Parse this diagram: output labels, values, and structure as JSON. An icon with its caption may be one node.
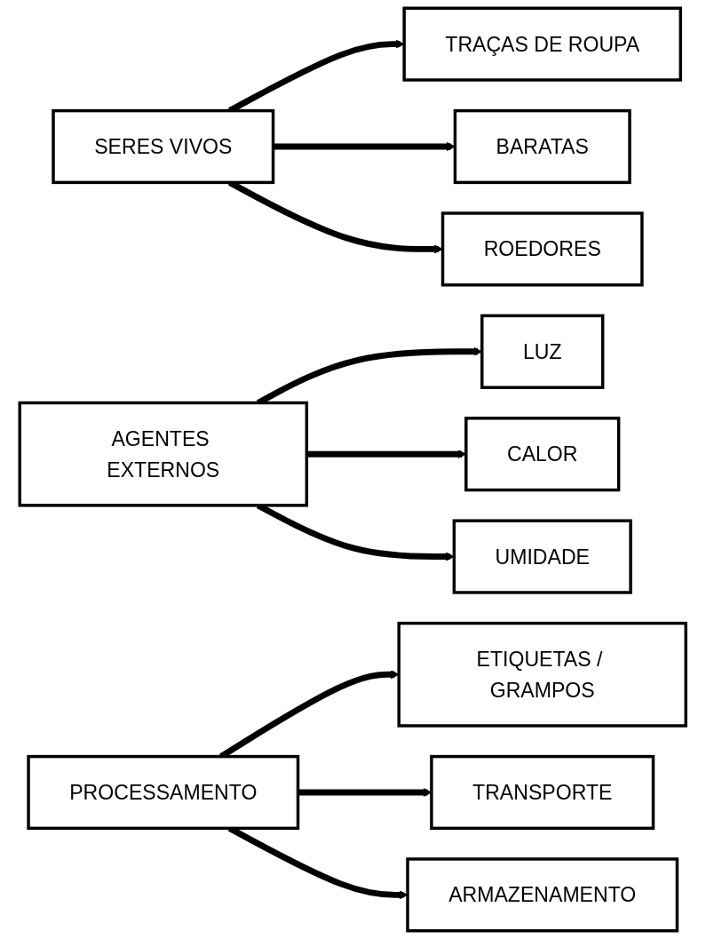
{
  "diagram": {
    "nodes": [
      {
        "text": [
          "SERES VIVOS"
        ]
      },
      {
        "text": [
          "TRAÇAS DE ROUPA"
        ]
      },
      {
        "text": [
          "BARATAS"
        ]
      },
      {
        "text": [
          "ROEDORES"
        ]
      },
      {
        "text": [
          "AGENTES EXTERNOS"
        ]
      },
      {
        "text": [
          "LUZ"
        ]
      },
      {
        "text": [
          "CALOR"
        ]
      },
      {
        "text": [
          "UMIDADE"
        ]
      },
      {
        "text": [
          "PROCESSAMENTO"
        ]
      },
      {
        "text": [
          "ETIQUETAS / GRAMPOS"
        ]
      },
      {
        "text": [
          "TRANSPORTE"
        ]
      },
      {
        "text": [
          "ARMAZENAMENTO"
        ]
      }
    ],
    "edges": [
      {
        "from": 0,
        "to": 1,
        "arrow": "to"
      },
      {
        "from": 0,
        "to": 2,
        "arrow": "to"
      },
      {
        "from": 0,
        "to": 3,
        "arrow": "to"
      },
      {
        "from": 4,
        "to": 5,
        "arrow": "to"
      },
      {
        "from": 4,
        "to": 6,
        "arrow": "to"
      },
      {
        "from": 4,
        "to": 7,
        "arrow": "to"
      },
      {
        "from": 8,
        "to": 9,
        "arrow": "to"
      },
      {
        "from": 8,
        "to": 10,
        "arrow": "to"
      },
      {
        "from": 8,
        "to": 11,
        "arrow": "to"
      }
    ]
  }
}
